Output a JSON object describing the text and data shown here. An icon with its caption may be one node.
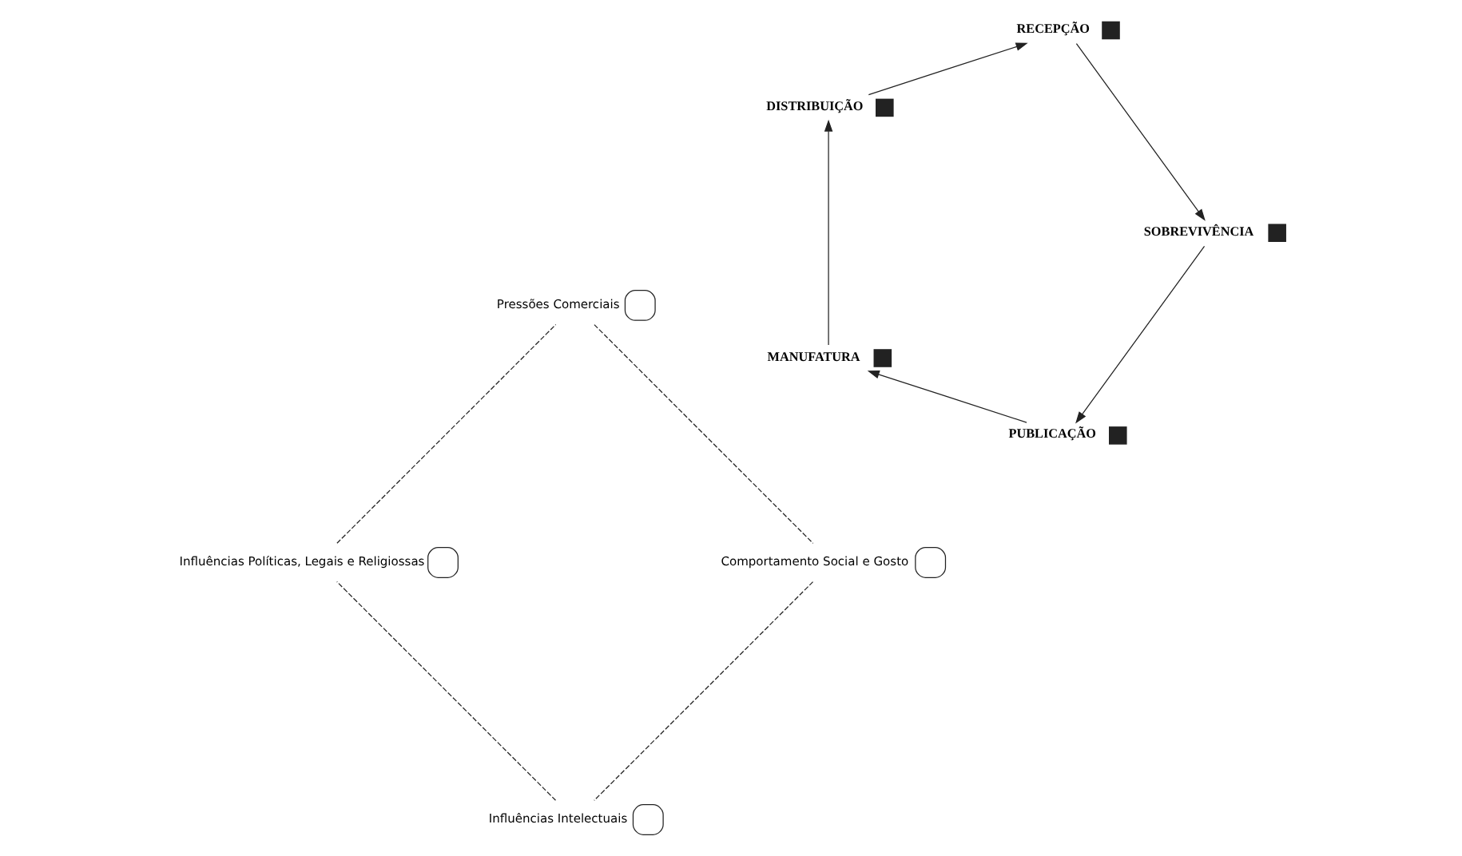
{
  "diagram": {
    "nodes": [
      {
        "text": [],
        "shape": "circle",
        "beside": [
          "Influências Intelectuais"
        ]
      },
      {
        "text": [],
        "shape": "circle",
        "beside": [
          "Influências Políticas, Legais e Religiossas"
        ]
      },
      {
        "text": [],
        "shape": "box",
        "beside": [
          "PUBLICAÇÃO"
        ]
      },
      {
        "text": [],
        "shape": "box",
        "beside": [
          "SOBREVIVÊNCIA"
        ]
      },
      {
        "text": [],
        "shape": "box",
        "beside": [
          "MANUFATURA"
        ]
      },
      {
        "text": [],
        "shape": "box",
        "beside": [
          "RECEPÇÃO"
        ]
      },
      {
        "text": [],
        "shape": "box",
        "beside": [
          "DISTRIBUIÇÃO"
        ]
      },
      {
        "text": [],
        "shape": "circle",
        "beside": [
          "Comportamento Social e Gosto"
        ]
      },
      {
        "text": [],
        "shape": "circle",
        "beside": [
          "Pressões Comerciais"
        ]
      }
    ],
    "edges": [
      {
        "from": 2,
        "to": 4,
        "arrow": "to"
      },
      {
        "from": 4,
        "to": 6,
        "arrow": "to"
      },
      {
        "from": 6,
        "to": 5,
        "arrow": "to"
      },
      {
        "from": 5,
        "to": 3,
        "arrow": "to"
      },
      {
        "from": 3,
        "to": 2,
        "arrow": "to"
      },
      {
        "from": 0,
        "to": 1,
        "arrow": "none",
        "style": "dashed"
      },
      {
        "from": 1,
        "to": 8,
        "arrow": "none",
        "style": "dashed"
      },
      {
        "from": 8,
        "to": 7,
        "arrow": "none",
        "style": "dashed"
      },
      {
        "from": 7,
        "to": 0,
        "arrow": "none",
        "style": "dashed"
      }
    ]
  }
}
